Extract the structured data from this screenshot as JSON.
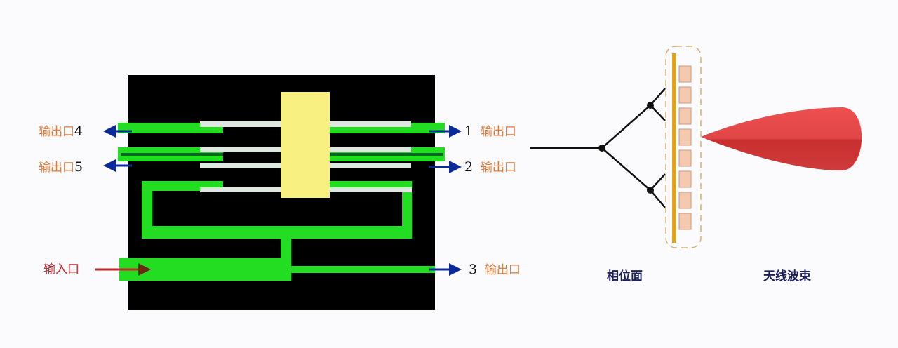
{
  "left_diagram": {
    "ports": {
      "out4": {
        "label": "输出口",
        "num": "4"
      },
      "out5": {
        "label": "输出口",
        "num": "5"
      },
      "out1": {
        "label": "输出口",
        "num": "1"
      },
      "out2": {
        "label": "输出口",
        "num": "2"
      },
      "out3": {
        "label": "输出口",
        "num": "3"
      },
      "input": {
        "label": "输入口"
      }
    },
    "colors": {
      "substrate": "#000000",
      "trace": "#22dd22",
      "coupler": "#f8f080",
      "arrow_out": "#0a2a9a",
      "arrow_in": "#c0282a"
    }
  },
  "right_diagram": {
    "phase_plane_label": "相位面",
    "beam_label": "天线波束",
    "element_count": 8,
    "colors": {
      "beam": "#e04040",
      "element": "#f5c9b0",
      "bar": "#e0a020"
    }
  }
}
